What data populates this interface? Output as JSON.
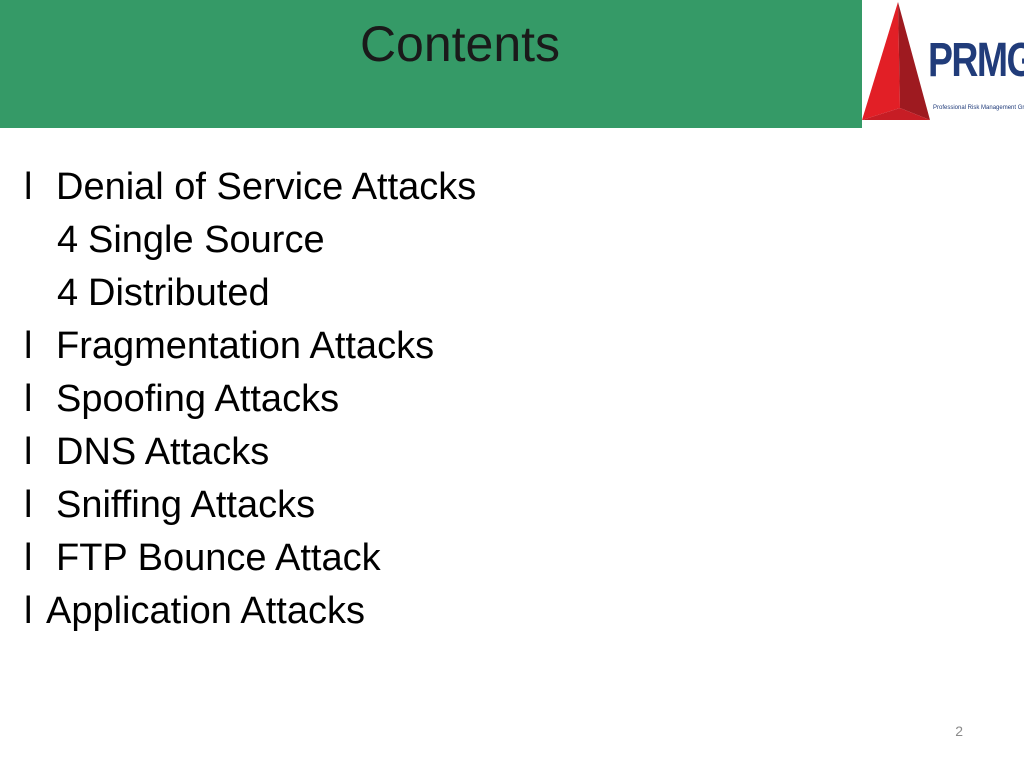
{
  "slide": {
    "title": "Contents",
    "page_number": "2"
  },
  "logo": {
    "wordmark": "PRMG",
    "tagline": "Professional Risk Management Group"
  },
  "contents": [
    {
      "bullet": "l",
      "text": "Denial of Service Attacks"
    },
    {
      "bullet": "4",
      "text": "Single Source"
    },
    {
      "bullet": "4",
      "text": "Distributed"
    },
    {
      "bullet": "l",
      "text": "Fragmentation Attacks"
    },
    {
      "bullet": "l",
      "text": "Spoofing Attacks"
    },
    {
      "bullet": "l",
      "text": "DNS Attacks"
    },
    {
      "bullet": "l",
      "text": "Sniffing Attacks"
    },
    {
      "bullet": "l",
      "text": "FTP Bounce Attack"
    },
    {
      "bullet": "l",
      "text": "Application Attacks"
    }
  ],
  "colors": {
    "title_bar": "#359a67",
    "logo_red": "#e21f26",
    "logo_navy": "#213c7a"
  }
}
